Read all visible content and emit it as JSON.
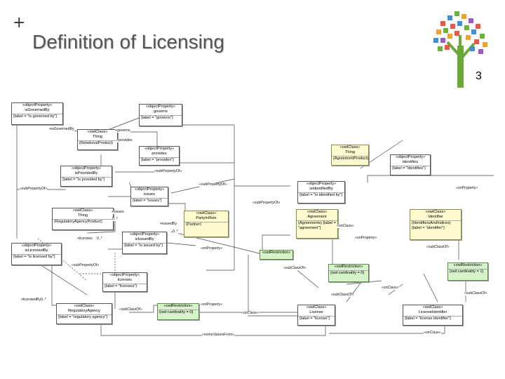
{
  "header": {
    "plus": "+",
    "title": "Definition of Licensing",
    "page_number": "3"
  },
  "boxes": {
    "isGovernedBy": {
      "stereo": "«objectProperty»",
      "name": "isGovernedBy",
      "body": "{label = \"is governed by\"}"
    },
    "governs": {
      "stereo": "«objectProperty»",
      "name": "governs",
      "body": "{label = \"governs\"}"
    },
    "thing1": {
      "stereo": "«owlClass»",
      "name": "Thing",
      "body": "(RelationalProduct)"
    },
    "provides": {
      "stereo": "«objectProperty»",
      "name": "provides",
      "body": "{label = \"provides\"}"
    },
    "isProvidedBy": {
      "stereo": "«objectProperty»",
      "name": "isProvidedBy",
      "body": "{label = \"is provided by\"}"
    },
    "issues": {
      "stereo": "«objectProperty»",
      "name": "issues",
      "body": "{label = \"issues\"}"
    },
    "thing2": {
      "stereo": "«owlClass»",
      "name": "Thing",
      "body": "(RegulatoryAgencyProduct)"
    },
    "partyInRole": {
      "stereo": "«owlClass»",
      "name": "PartyInRole",
      "body": "(Partner)"
    },
    "isLicensedBy": {
      "stereo": "«objectProperty»",
      "name": "isLicensedBy",
      "body": "{label = \"is licensed by\"}"
    },
    "isIssuedBy": {
      "stereo": "«objectProperty»",
      "name": "isIssuedBy",
      "body": "{label = \"is issued by\"}"
    },
    "licenses": {
      "stereo": "«objectProperty»",
      "name": "licenses",
      "body": "{label = \"licenses\"}"
    },
    "regulatoryAgency": {
      "stereo": "«owlClass»",
      "name": "RegulatoryAgency",
      "body": "{label = \"regulatory agency\"}"
    },
    "restrictionMid": {
      "stereo": "«owlRestriction»",
      "name": "",
      "body": "{owl:cardinality = 0}"
    },
    "thing3": {
      "stereo": "«owlClass»",
      "name": "Thing",
      "body": "(AgreementProduct)"
    },
    "identifies": {
      "stereo": "«objectProperty»",
      "name": "identifies",
      "body": "{label = \"identifies\"}"
    },
    "isIdentifiedBy": {
      "stereo": "«objectProperty»",
      "name": "isIdentifiedBy",
      "body": "{label = \"is identified by\"}"
    },
    "agreement": {
      "stereo": "«owlClass»",
      "name": "Agreement",
      "body": "(Agreements) {label = \"agreement\"}"
    },
    "identifier": {
      "stereo": "«owlClass»",
      "name": "Identifier",
      "body": "(IdentifiersAndIndices) {label = \"identifier\"}"
    },
    "restrictionGreen1": {
      "stereo": "«owlRestriction»",
      "name": "",
      "body": ""
    },
    "restriction2": {
      "stereo": "«owlRestriction»",
      "name": "",
      "body": "{owl:cardinality = 0}"
    },
    "restriction3": {
      "stereo": "«owlRestriction»",
      "name": "",
      "body": "{owl:cardinality = 1}"
    },
    "license": {
      "stereo": "«owlClass»",
      "name": "License",
      "body": "{label = \"license\"}"
    },
    "licenseIdentifier": {
      "stereo": "«owlClass»",
      "name": "LicenseIdentifier",
      "body": "{label = \"license identifier\"}"
    }
  },
  "labels": {
    "l1": "+isGovernedBy",
    "l2": "+governs",
    "l3": "+provides",
    "l4": "«subPropertyOf»",
    "l5": "«subPropertyOf»",
    "l6": "«subPropertyOf»",
    "l7": "«subPropertyOf»",
    "l8": "«onProperty»",
    "l9": "+issues",
    "l10": "0..*",
    "l11": "+issuedBy",
    "l12": "0..*",
    "l13": "+licenses",
    "l14": "0..*",
    "l15": "«onProperty»",
    "l16": "«subPropertyOf»",
    "l17": "+licensedBy",
    "l18": "0..*",
    "l19": "«subClassOf»",
    "l20": "«onProperty»",
    "l21": "«onClass»",
    "l22": "«subClassOf»",
    "l23": "«onClass»",
    "l24": "«subClassOf»",
    "l25": "«someValuesFrom»",
    "l26": "«onClass»",
    "l27": "«subClassOf»",
    "l28": "«onProperty»",
    "l29": "«onClass»",
    "l30": "«subClassOf»"
  },
  "colors": {
    "class_fill": "#fffbd0",
    "restriction_fill": "#d6f3c9",
    "title": "#555555"
  }
}
